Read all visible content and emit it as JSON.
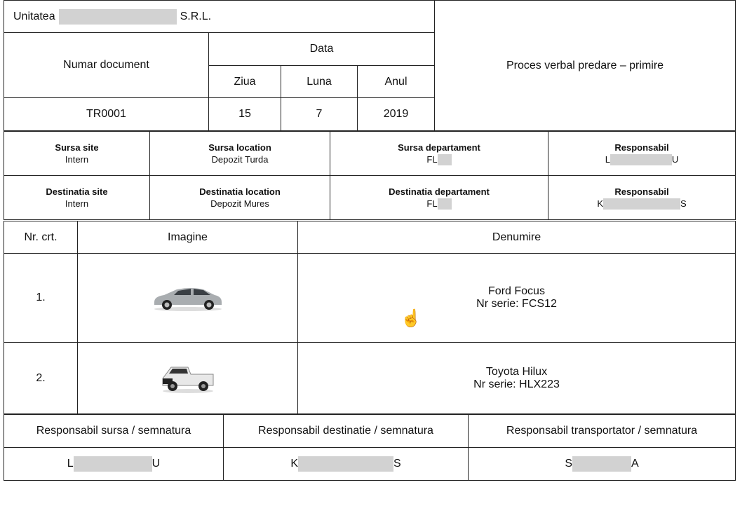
{
  "header": {
    "unit_prefix": "Unitatea",
    "unit_suffix": "S.R.L.",
    "doc_number_label": "Numar document",
    "date_label": "Data",
    "day_label": "Ziua",
    "month_label": "Luna",
    "year_label": "Anul",
    "doc_number": "TR0001",
    "day": "15",
    "month": "7",
    "year": "2019",
    "title": "Proces verbal predare – primire"
  },
  "source": {
    "site_label": "Sursa site",
    "site": "Intern",
    "location_label": "Sursa location",
    "location": "Depozit Turda",
    "department_label": "Sursa departament",
    "department_prefix": "FL",
    "responsible_label": "Responsabil",
    "responsible_first": "L",
    "responsible_last": "U"
  },
  "destination": {
    "site_label": "Destinatia site",
    "site": "Intern",
    "location_label": "Destinatia location",
    "location": "Depozit Mures",
    "department_label": "Destinatia departament",
    "department_prefix": "FL",
    "responsible_label": "Responsabil",
    "responsible_first": "K",
    "responsible_last": "S"
  },
  "items": {
    "col_nr": "Nr. crt.",
    "col_image": "Imagine",
    "col_name": "Denumire",
    "rows": [
      {
        "nr": "1.",
        "name": "Ford Focus",
        "serial": "Nr serie: FCS12"
      },
      {
        "nr": "2.",
        "name": "Toyota Hilux",
        "serial": "Nr serie: HLX223"
      }
    ]
  },
  "signatures": {
    "source_label": "Responsabil sursa / semnatura",
    "dest_label": "Responsabil destinatie / semnatura",
    "transport_label": "Responsabil transportator / semnatura",
    "source_first": "L",
    "source_last": "U",
    "dest_first": "K",
    "dest_last": "S",
    "transport_first": "S",
    "transport_last": "A"
  }
}
